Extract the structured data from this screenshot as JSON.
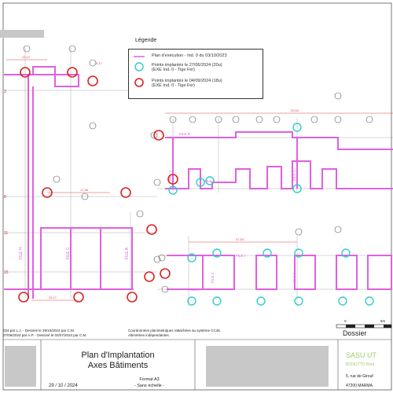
{
  "legend": {
    "title": "Légende",
    "rows": [
      {
        "line1": "Plan d'exécution - Ind. 0 du 03/10/2023",
        "line2": ""
      },
      {
        "line1": "Points implantés le 27/06/2024 (20u)",
        "line2": "(EXE Ind. 0 - Tige Fer)"
      },
      {
        "line1": "Points implantés le 04/09/2024 (18u)",
        "line2": "(EXE Ind. 0 - Tige Fer)"
      }
    ],
    "colors": {
      "plan": "#e060e0",
      "first": "#33cccc",
      "second": "#dd2222"
    }
  },
  "files_left": [
    "FILE H",
    "FILE C",
    "FILE A"
  ],
  "row_labels_left": [
    "3",
    "8",
    "11",
    "15"
  ],
  "files_right_top": [
    "FILE B",
    "FILE 1",
    "FILE 4",
    "FILE 7"
  ],
  "files_right_bottom": [
    "FILE I",
    "FILE K",
    "FILE 2",
    "FILE 3"
  ],
  "dims": [
    "13,12",
    "17,36",
    "25,17",
    "20,54",
    "37,83",
    "9,17"
  ],
  "notes": [
    "Coordonnées planimétriques rattachées au système CC45.",
    "Altimétries indépendantes."
  ],
  "revisions": [
    "024 par L.J. - Dessiné le 29/10/2024 par C.M.",
    "27/06/2024 par A.P. - Dessiné le 02/07/2024 par C.M."
  ],
  "scale": {
    "zero": "0",
    "five": "5m"
  },
  "dossier": "Dossier",
  "titleblock": {
    "title1": "Plan d'Implantation",
    "title2": "Axes Bâtiments",
    "date": "29 / 10 / 2024",
    "format": "Format A3",
    "scale": "- Sans échelle -",
    "company": "SASU UT",
    "manager": "BONOTTO Benj",
    "address1": "5, rue de Girouf",
    "address2": "47200 MARMA"
  }
}
